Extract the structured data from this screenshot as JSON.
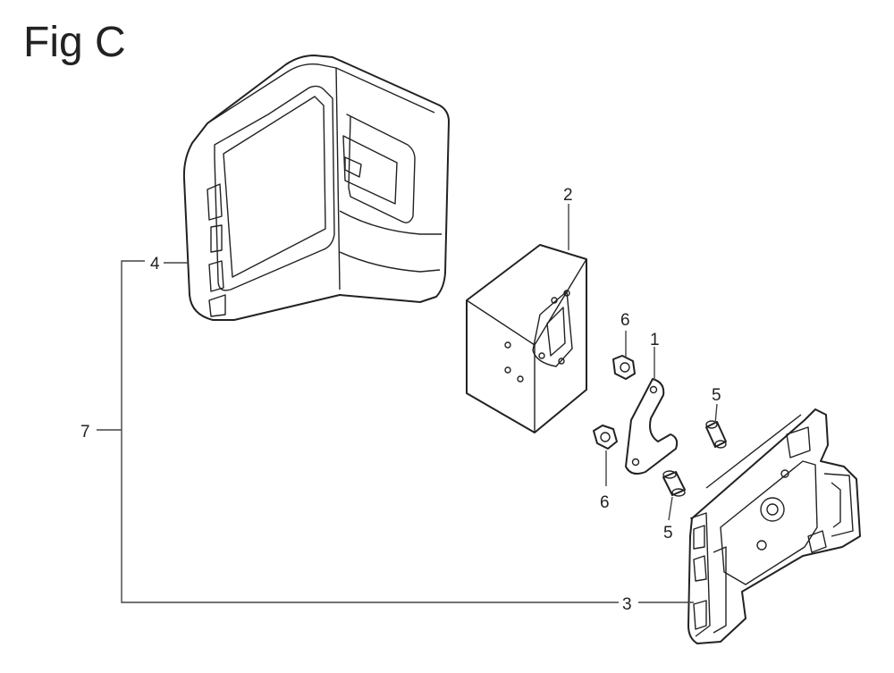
{
  "title": "Fig C",
  "callouts": {
    "c1": "1",
    "c2": "2",
    "c3": "3",
    "c4": "4",
    "c5a": "5",
    "c5b": "5",
    "c6a": "6",
    "c6b": "6",
    "c7": "7"
  }
}
